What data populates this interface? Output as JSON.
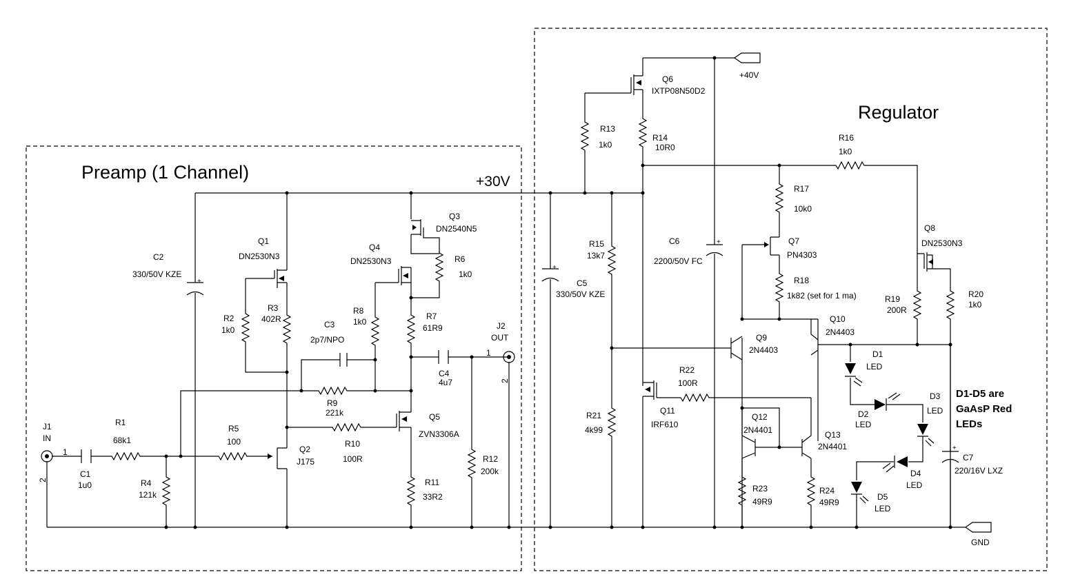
{
  "titles": {
    "preamp": "Preamp (1 Channel)",
    "regulator": "Regulator",
    "rail": "+30V"
  },
  "notes": {
    "leds_1": "D1-D5 are",
    "leds_2": "GaAsP Red",
    "leds_3": "LEDs"
  },
  "ports": {
    "j1": {
      "ref": "J1",
      "name": "IN",
      "pin1": "1",
      "pin2": "2"
    },
    "j2": {
      "ref": "J2",
      "name": "OUT",
      "pin1": "1",
      "pin2": "2"
    },
    "plus40": "+40V",
    "gnd": "GND"
  },
  "components": {
    "C1": {
      "ref": "C1",
      "value": "1u0"
    },
    "C2": {
      "ref": "C2",
      "value": "330/50V KZE"
    },
    "C3": {
      "ref": "C3",
      "value": "2p7/NPO"
    },
    "C4": {
      "ref": "C4",
      "value": "4u7"
    },
    "C5": {
      "ref": "C5",
      "value": "330/50V KZE"
    },
    "C6": {
      "ref": "C6",
      "value": "2200/50V FC"
    },
    "C7": {
      "ref": "C7",
      "value": "220/16V LXZ"
    },
    "R1": {
      "ref": "R1",
      "value": "68k1"
    },
    "R2": {
      "ref": "R2",
      "value": "1k0"
    },
    "R3": {
      "ref": "R3",
      "value": "402R"
    },
    "R4": {
      "ref": "R4",
      "value": "121k"
    },
    "R5": {
      "ref": "R5",
      "value": "100"
    },
    "R6": {
      "ref": "R6",
      "value": "1k0"
    },
    "R7": {
      "ref": "R7",
      "value": "61R9"
    },
    "R8": {
      "ref": "R8",
      "value": "1k0"
    },
    "R9": {
      "ref": "R9",
      "value": "221k"
    },
    "R10": {
      "ref": "R10",
      "value": "100R"
    },
    "R11": {
      "ref": "R11",
      "value": "33R2"
    },
    "R12": {
      "ref": "R12",
      "value": "200k"
    },
    "R13": {
      "ref": "R13",
      "value": "1k0"
    },
    "R14": {
      "ref": "R14",
      "value": "10R0"
    },
    "R15": {
      "ref": "R15",
      "value": "13k7"
    },
    "R16": {
      "ref": "R16",
      "value": "1k0"
    },
    "R17": {
      "ref": "R17",
      "value": "10k0"
    },
    "R18": {
      "ref": "R18",
      "value": "1k82 (set for 1 ma)"
    },
    "R19": {
      "ref": "R19",
      "value": "200R"
    },
    "R20": {
      "ref": "R20",
      "value": "1k0"
    },
    "R21": {
      "ref": "R21",
      "value": "4k99"
    },
    "R22": {
      "ref": "R22",
      "value": "100R"
    },
    "R23": {
      "ref": "R23",
      "value": "49R9"
    },
    "R24": {
      "ref": "R24",
      "value": "49R9"
    },
    "Q1": {
      "ref": "Q1",
      "value": "DN2530N3"
    },
    "Q2": {
      "ref": "Q2",
      "value": "J175"
    },
    "Q3": {
      "ref": "Q3",
      "value": "DN2540N5"
    },
    "Q4": {
      "ref": "Q4",
      "value": "DN2530N3"
    },
    "Q5": {
      "ref": "Q5",
      "value": "ZVN3306A"
    },
    "Q6": {
      "ref": "Q6",
      "value": "IXTP08N50D2"
    },
    "Q7": {
      "ref": "Q7",
      "value": "PN4303"
    },
    "Q8": {
      "ref": "Q8",
      "value": "DN2530N3"
    },
    "Q9": {
      "ref": "Q9",
      "value": "2N4403"
    },
    "Q10": {
      "ref": "Q10",
      "value": "2N4403"
    },
    "Q11": {
      "ref": "Q11",
      "value": "IRF610"
    },
    "Q12": {
      "ref": "Q12",
      "value": "2N4401"
    },
    "Q13": {
      "ref": "Q13",
      "value": "2N4401"
    },
    "D1": {
      "ref": "D1",
      "value": "LED"
    },
    "D2": {
      "ref": "D2",
      "value": "LED"
    },
    "D3": {
      "ref": "D3",
      "value": "LED"
    },
    "D4": {
      "ref": "D4",
      "value": "LED"
    },
    "D5": {
      "ref": "D5",
      "value": "LED"
    }
  }
}
